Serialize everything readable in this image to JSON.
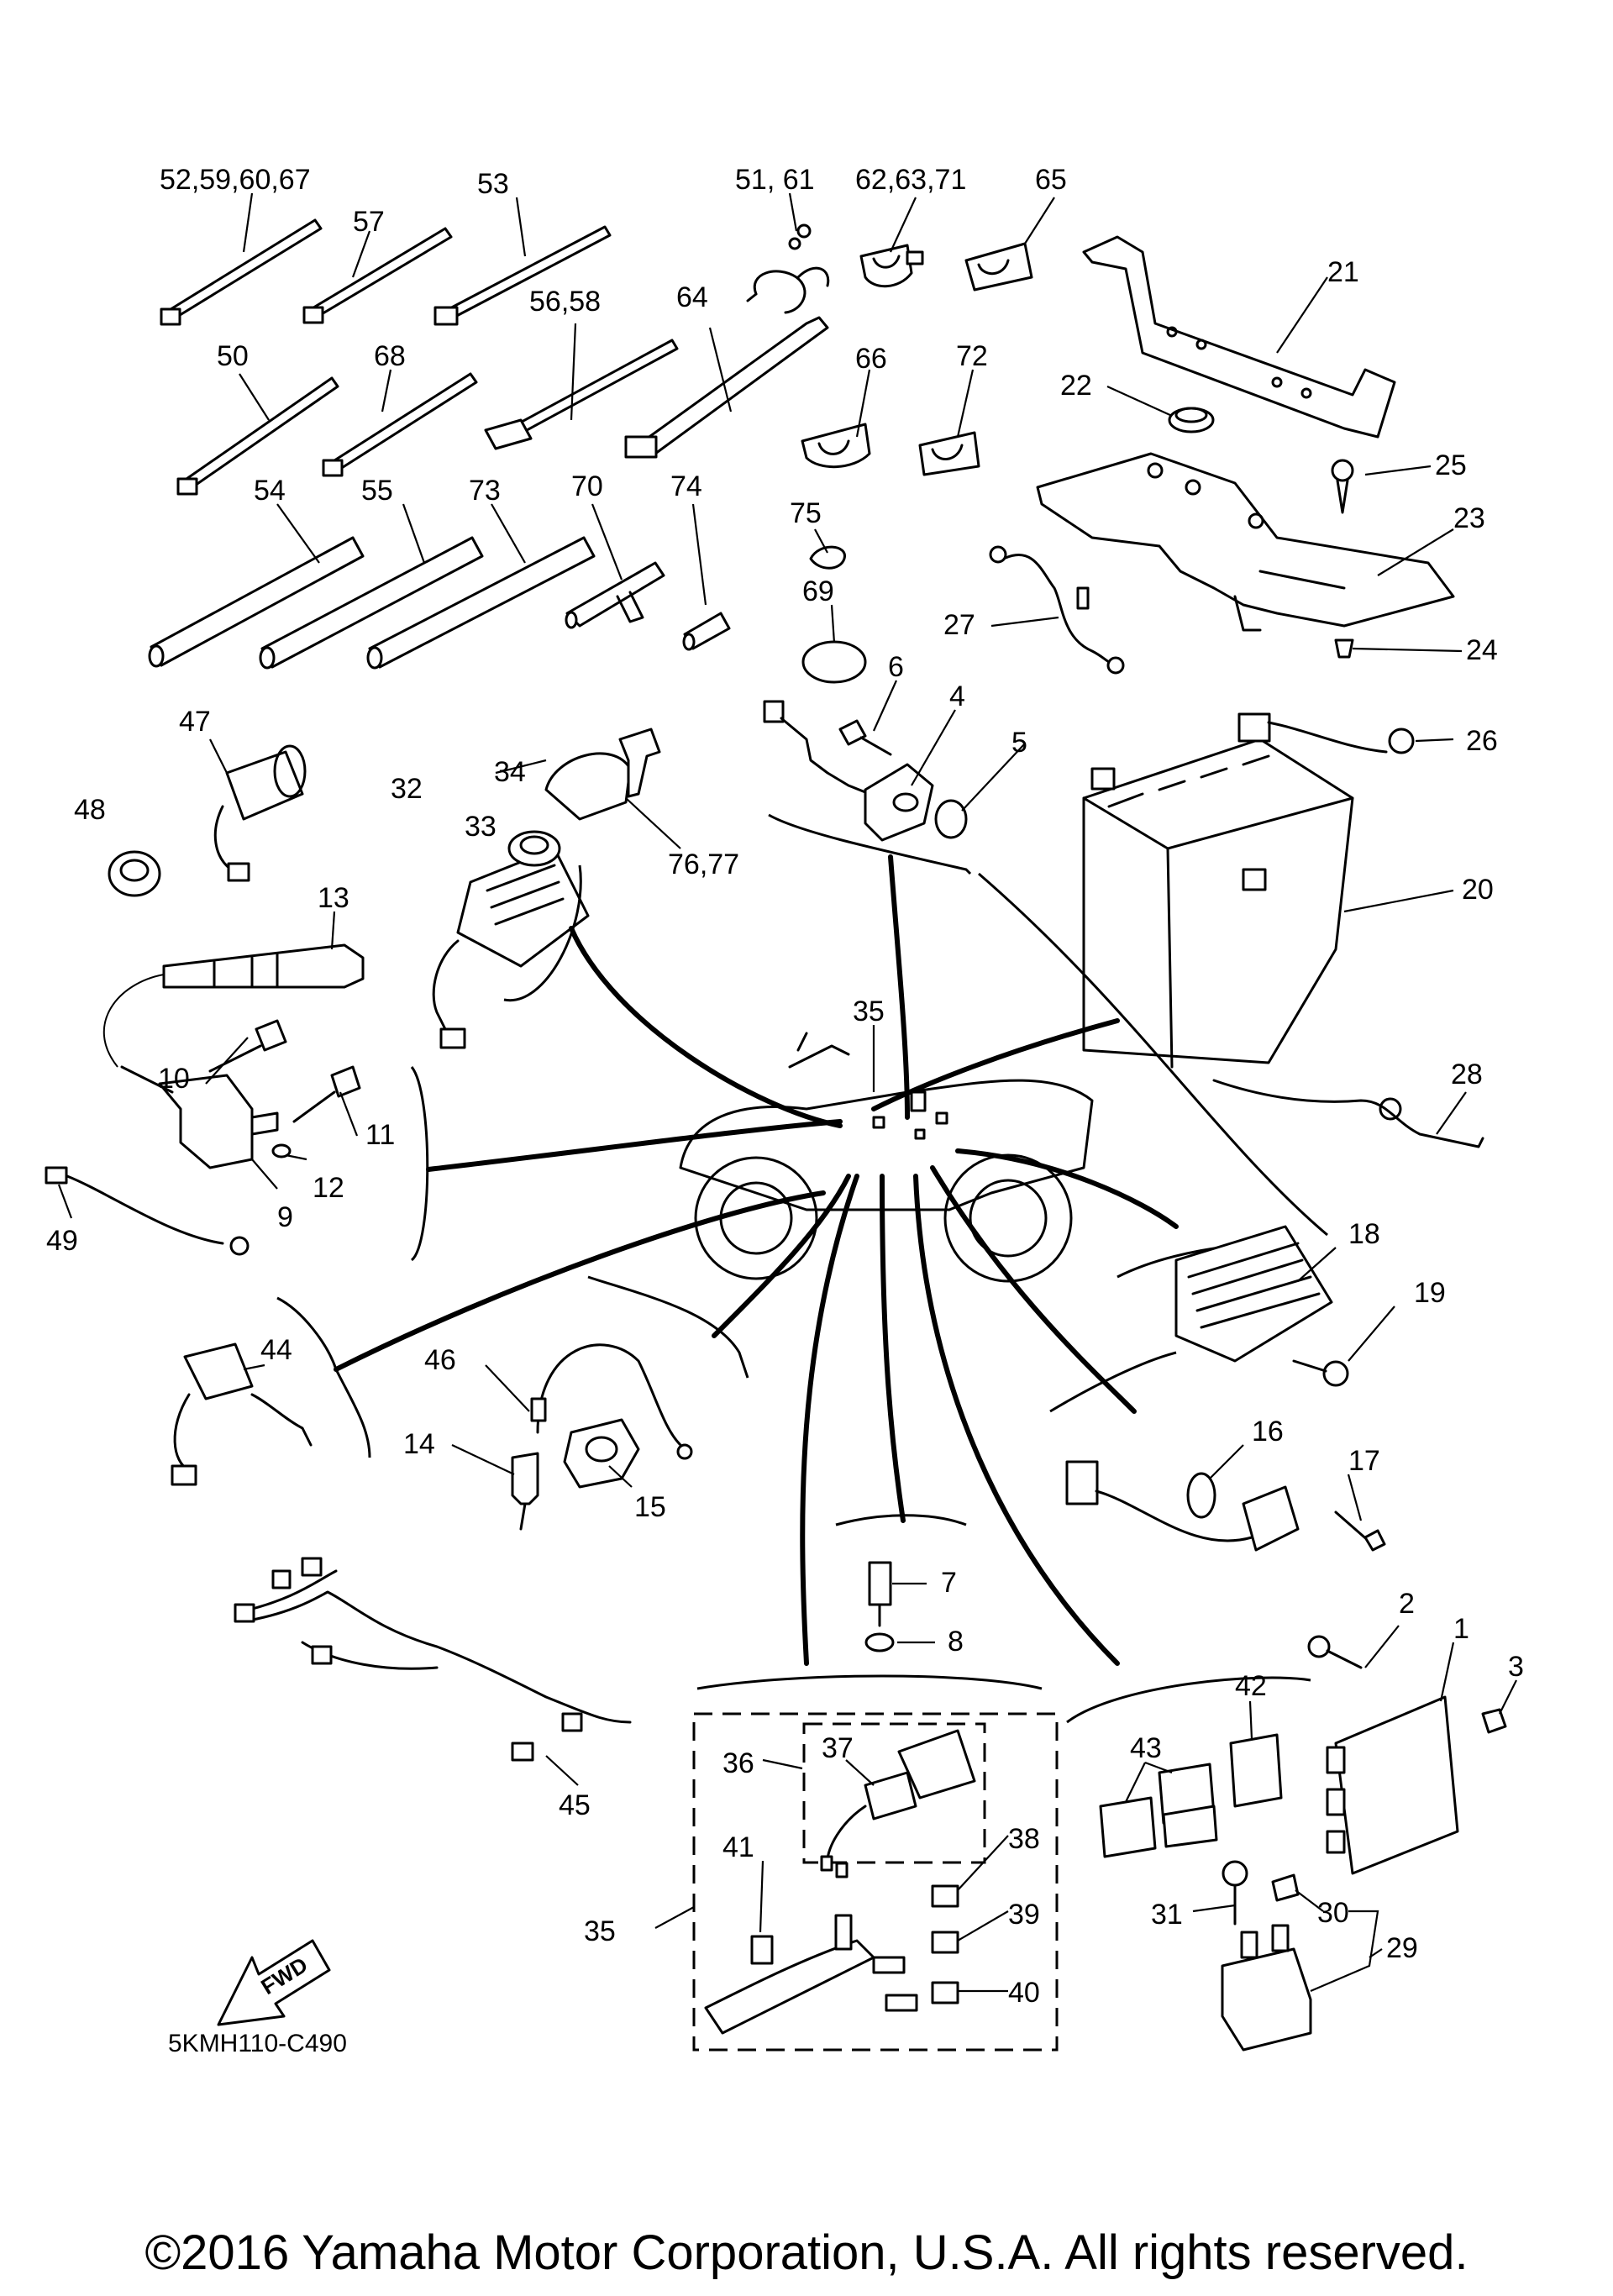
{
  "diagram_code": "5KMH110-C490",
  "fwd_label": "FWD",
  "copyright": "©2016 Yamaha Motor Corporation, U.S.A. All rights reserved.",
  "callouts": [
    {
      "id": "c-52-59-60-67",
      "label": "52,59,60,67"
    },
    {
      "id": "c-57",
      "label": "57"
    },
    {
      "id": "c-53",
      "label": "53"
    },
    {
      "id": "c-51-61",
      "label": "51, 61"
    },
    {
      "id": "c-62-63-71",
      "label": "62,63,71"
    },
    {
      "id": "c-65",
      "label": "65"
    },
    {
      "id": "c-21",
      "label": "21"
    },
    {
      "id": "c-56-58",
      "label": "56,58"
    },
    {
      "id": "c-64",
      "label": "64"
    },
    {
      "id": "c-50",
      "label": "50"
    },
    {
      "id": "c-68",
      "label": "68"
    },
    {
      "id": "c-66",
      "label": "66"
    },
    {
      "id": "c-72",
      "label": "72"
    },
    {
      "id": "c-22",
      "label": "22"
    },
    {
      "id": "c-25",
      "label": "25"
    },
    {
      "id": "c-54",
      "label": "54"
    },
    {
      "id": "c-55",
      "label": "55"
    },
    {
      "id": "c-73",
      "label": "73"
    },
    {
      "id": "c-70",
      "label": "70"
    },
    {
      "id": "c-74",
      "label": "74"
    },
    {
      "id": "c-75",
      "label": "75"
    },
    {
      "id": "c-23",
      "label": "23"
    },
    {
      "id": "c-69",
      "label": "69"
    },
    {
      "id": "c-27",
      "label": "27"
    },
    {
      "id": "c-24",
      "label": "24"
    },
    {
      "id": "c-6",
      "label": "6"
    },
    {
      "id": "c-4",
      "label": "4"
    },
    {
      "id": "c-5",
      "label": "5"
    },
    {
      "id": "c-47",
      "label": "47"
    },
    {
      "id": "c-34",
      "label": "34"
    },
    {
      "id": "c-32",
      "label": "32"
    },
    {
      "id": "c-33",
      "label": "33"
    },
    {
      "id": "c-76-77",
      "label": "76,77"
    },
    {
      "id": "c-26",
      "label": "26"
    },
    {
      "id": "c-48",
      "label": "48"
    },
    {
      "id": "c-20",
      "label": "20"
    },
    {
      "id": "c-13",
      "label": "13"
    },
    {
      "id": "c-35-top",
      "label": "35"
    },
    {
      "id": "c-28",
      "label": "28"
    },
    {
      "id": "c-10",
      "label": "10"
    },
    {
      "id": "c-11",
      "label": "11"
    },
    {
      "id": "c-12",
      "label": "12"
    },
    {
      "id": "c-9",
      "label": "9"
    },
    {
      "id": "c-49",
      "label": "49"
    },
    {
      "id": "c-18",
      "label": "18"
    },
    {
      "id": "c-19",
      "label": "19"
    },
    {
      "id": "c-44",
      "label": "44"
    },
    {
      "id": "c-46",
      "label": "46"
    },
    {
      "id": "c-16",
      "label": "16"
    },
    {
      "id": "c-17",
      "label": "17"
    },
    {
      "id": "c-14",
      "label": "14"
    },
    {
      "id": "c-15",
      "label": "15"
    },
    {
      "id": "c-7",
      "label": "7"
    },
    {
      "id": "c-8",
      "label": "8"
    },
    {
      "id": "c-2",
      "label": "2"
    },
    {
      "id": "c-1",
      "label": "1"
    },
    {
      "id": "c-3",
      "label": "3"
    },
    {
      "id": "c-42",
      "label": "42"
    },
    {
      "id": "c-43",
      "label": "43"
    },
    {
      "id": "c-36",
      "label": "36"
    },
    {
      "id": "c-37",
      "label": "37"
    },
    {
      "id": "c-38",
      "label": "38"
    },
    {
      "id": "c-41",
      "label": "41"
    },
    {
      "id": "c-39",
      "label": "39"
    },
    {
      "id": "c-45",
      "label": "45"
    },
    {
      "id": "c-35-bottom",
      "label": "35"
    },
    {
      "id": "c-40",
      "label": "40"
    },
    {
      "id": "c-31",
      "label": "31"
    },
    {
      "id": "c-30",
      "label": "30"
    },
    {
      "id": "c-29",
      "label": "29"
    }
  ]
}
